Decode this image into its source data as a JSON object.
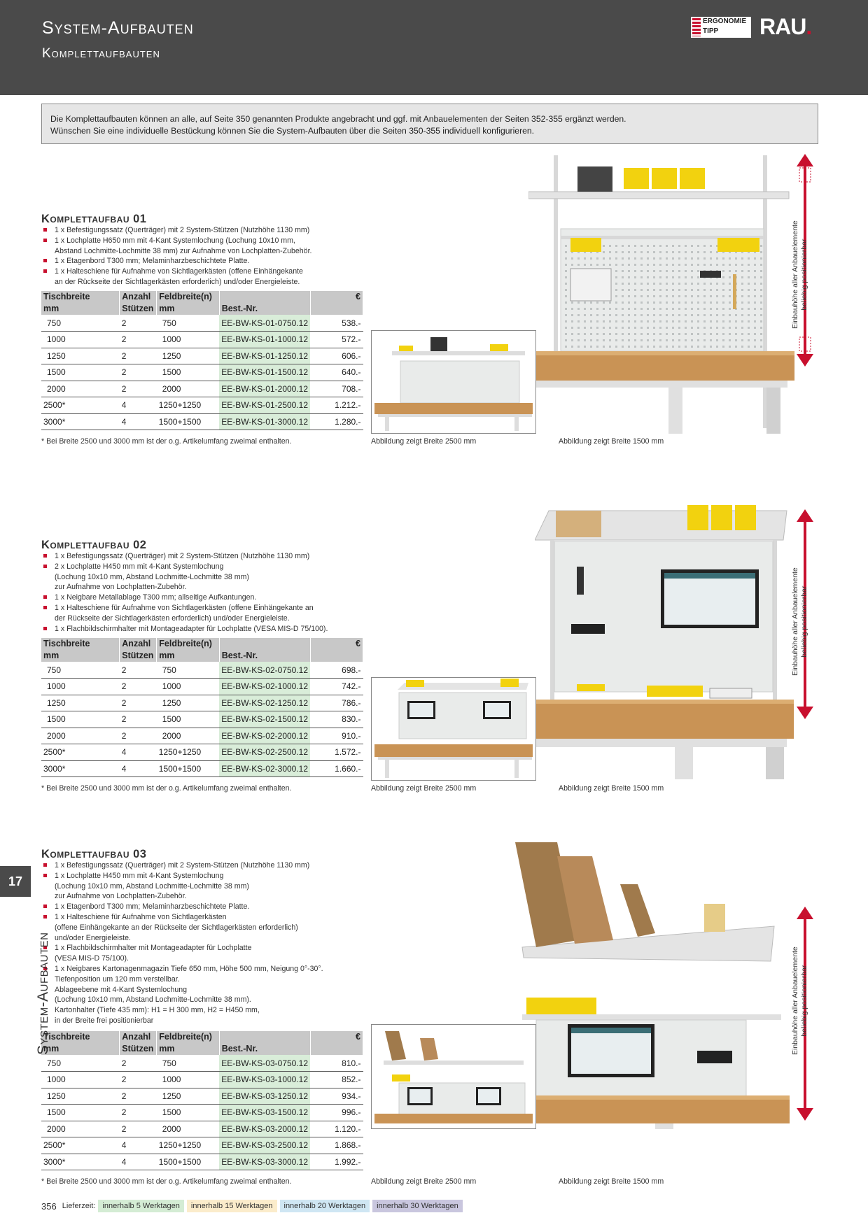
{
  "header": {
    "title": "System-Aufbauten",
    "subtitle": "Komplettaufbauten",
    "ergo_line1": "ERGONOMIE",
    "ergo_line2": "TIPP",
    "brand": "RAU",
    "brand_dot": "."
  },
  "intro": {
    "line1": "Die Komplettaufbauten können an alle, auf Seite 350 genannten Produkte angebracht und ggf. mit Anbauelementen der Seiten 352-355 ergänzt werden.",
    "line2": "Wünschen Sie eine individuelle Bestückung können Sie die System-Aufbauten über die Seiten 350-355 individuell konfigurieren."
  },
  "table_headers": {
    "h1a": "Tischbreite",
    "h1b": "mm",
    "h2a": "Anzahl",
    "h2b": "Stützen",
    "h3a": "Feldbreite(n)",
    "h3b": "mm",
    "h4": "Best.-Nr.",
    "h5": "€"
  },
  "footnote": "* Bei Breite 2500 und 3000 mm ist der o.g. Artikelumfang zweimal enthalten.",
  "captions": {
    "small": "Abbildung zeigt Breite 2500 mm",
    "large": "Abbildung zeigt Breite 1500 mm"
  },
  "side_label": {
    "line1": "Einbauhöhe aller Anbauelemente",
    "line2": "beliebig positionierbar"
  },
  "sections": [
    {
      "title": "Komplettaufbau 01",
      "features": [
        {
          "text": "1 x Befestigungssatz (Querträger) mit 2 System-Stützen (Nutzhöhe 1130 mm)",
          "bullet": true
        },
        {
          "text": "1 x Lochplatte H650 mm mit 4-Kant Systemlochung (Lochung 10x10 mm,",
          "bullet": true
        },
        {
          "text": "Abstand Lochmitte-Lochmitte 38 mm) zur Aufnahme von Lochplatten-Zubehör.",
          "bullet": false
        },
        {
          "text": "1 x Etagenbord T300 mm; Melaminharzbeschichtete Platte.",
          "bullet": true
        },
        {
          "text": "1 x Halteschiene für Aufnahme von Sichtlagerkästen (offene Einhängekante",
          "bullet": true
        },
        {
          "text": "an der Rückseite der Sichtlagerkästen erforderlich) und/oder Energieleiste.",
          "bullet": false
        }
      ],
      "rows": [
        [
          "750",
          "2",
          "750",
          "EE-BW-KS-01-0750.12",
          "538.-"
        ],
        [
          "1000",
          "2",
          "1000",
          "EE-BW-KS-01-1000.12",
          "572.-"
        ],
        [
          "1250",
          "2",
          "1250",
          "EE-BW-KS-01-1250.12",
          "606.-"
        ],
        [
          "1500",
          "2",
          "1500",
          "EE-BW-KS-01-1500.12",
          "640.-"
        ],
        [
          "2000",
          "2",
          "2000",
          "EE-BW-KS-01-2000.12",
          "708.-"
        ],
        [
          "2500*",
          "4",
          "1250+1250",
          "EE-BW-KS-01-2500.12",
          "1.212.-"
        ],
        [
          "3000*",
          "4",
          "1500+1500",
          "EE-BW-KS-01-3000.12",
          "1.280.-"
        ]
      ]
    },
    {
      "title": "Komplettaufbau 02",
      "features": [
        {
          "text": "1 x Befestigungssatz (Querträger) mit 2 System-Stützen (Nutzhöhe 1130 mm)",
          "bullet": true
        },
        {
          "text": "2 x Lochplatte H450 mm mit 4-Kant Systemlochung",
          "bullet": true
        },
        {
          "text": "(Lochung 10x10 mm, Abstand Lochmitte-Lochmitte 38 mm)",
          "bullet": false
        },
        {
          "text": "zur Aufnahme von Lochplatten-Zubehör.",
          "bullet": false
        },
        {
          "text": "1 x Neigbare Metallablage T300 mm; allseitige Aufkantungen.",
          "bullet": true
        },
        {
          "text": "1 x Halteschiene für Aufnahme von Sichtlagerkästen (offene Einhängekante an",
          "bullet": true
        },
        {
          "text": "der Rückseite der Sichtlagerkästen erforderlich) und/oder Energieleiste.",
          "bullet": false
        },
        {
          "text": "1 x Flachbildschirmhalter mit Montageadapter für Lochplatte (VESA MIS-D 75/100).",
          "bullet": true
        }
      ],
      "rows": [
        [
          "750",
          "2",
          "750",
          "EE-BW-KS-02-0750.12",
          "698.-"
        ],
        [
          "1000",
          "2",
          "1000",
          "EE-BW-KS-02-1000.12",
          "742.-"
        ],
        [
          "1250",
          "2",
          "1250",
          "EE-BW-KS-02-1250.12",
          "786.-"
        ],
        [
          "1500",
          "2",
          "1500",
          "EE-BW-KS-02-1500.12",
          "830.-"
        ],
        [
          "2000",
          "2",
          "2000",
          "EE-BW-KS-02-2000.12",
          "910.-"
        ],
        [
          "2500*",
          "4",
          "1250+1250",
          "EE-BW-KS-02-2500.12",
          "1.572.-"
        ],
        [
          "3000*",
          "4",
          "1500+1500",
          "EE-BW-KS-02-3000.12",
          "1.660.-"
        ]
      ]
    },
    {
      "title": "Komplettaufbau 03",
      "features": [
        {
          "text": "1 x Befestigungssatz (Querträger) mit 2 System-Stützen (Nutzhöhe 1130 mm)",
          "bullet": true
        },
        {
          "text": "1 x Lochplatte H450 mm mit 4-Kant Systemlochung",
          "bullet": true
        },
        {
          "text": "(Lochung 10x10 mm, Abstand Lochmitte-Lochmitte 38 mm)",
          "bullet": false
        },
        {
          "text": "zur Aufnahme von Lochplatten-Zubehör.",
          "bullet": false
        },
        {
          "text": "1 x Etagenbord T300 mm; Melaminharzbeschichtete Platte.",
          "bullet": true
        },
        {
          "text": "1 x Halteschiene für Aufnahme von Sichtlagerkästen",
          "bullet": true
        },
        {
          "text": "(offene Einhängekante an der Rückseite der Sichtlagerkästen erforderlich)",
          "bullet": false
        },
        {
          "text": "und/oder Energieleiste.",
          "bullet": false
        },
        {
          "text": "1 x Flachbildschirmhalter mit Montageadapter für Lochplatte",
          "bullet": true
        },
        {
          "text": "(VESA MIS-D 75/100).",
          "bullet": false
        },
        {
          "text": "1 x Neigbares Kartonagenmagazin Tiefe 650 mm, Höhe 500 mm, Neigung 0°-30°.",
          "bullet": true
        },
        {
          "text": "Tiefenposition um 120 mm verstellbar.",
          "bullet": false
        },
        {
          "text": "Ablageebene mit 4-Kant Systemlochung",
          "bullet": false
        },
        {
          "text": "(Lochung 10x10 mm, Abstand Lochmitte-Lochmitte 38 mm).",
          "bullet": false
        },
        {
          "text": "Kartonhalter (Tiefe 435 mm): H1 = H 300 mm, H2 = H450 mm,",
          "bullet": false
        },
        {
          "text": "in der Breite frei positionierbar",
          "bullet": false
        }
      ],
      "rows": [
        [
          "750",
          "2",
          "750",
          "EE-BW-KS-03-0750.12",
          "810.-"
        ],
        [
          "1000",
          "2",
          "1000",
          "EE-BW-KS-03-1000.12",
          "852.-"
        ],
        [
          "1250",
          "2",
          "1250",
          "EE-BW-KS-03-1250.12",
          "934.-"
        ],
        [
          "1500",
          "2",
          "1500",
          "EE-BW-KS-03-1500.12",
          "996.-"
        ],
        [
          "2000",
          "2",
          "2000",
          "EE-BW-KS-03-2000.12",
          "1.120.-"
        ],
        [
          "2500*",
          "4",
          "1250+1250",
          "EE-BW-KS-03-2500.12",
          "1.868.-"
        ],
        [
          "3000*",
          "4",
          "1500+1500",
          "EE-BW-KS-03-3000.12",
          "1.992.-"
        ]
      ]
    }
  ],
  "sidebar": {
    "page_tab": "17",
    "label": "System-Aufbauten"
  },
  "footer": {
    "page_number": "356",
    "lieferzeit": "Lieferzeit:",
    "tags": [
      {
        "label": "innerhalb 5 Werktagen",
        "color": "#d4ecd4"
      },
      {
        "label": "innerhalb 15 Werktagen",
        "color": "#fbeccb"
      },
      {
        "label": "innerhalb 20 Werktagen",
        "color": "#cfe6f3"
      },
      {
        "label": "innerhalb 30 Werktagen",
        "color": "#c9c6de"
      }
    ]
  },
  "colors": {
    "header_bg": "#4a4a4a",
    "accent_red": "#c8102e",
    "article_bg": "#d9edd9"
  }
}
